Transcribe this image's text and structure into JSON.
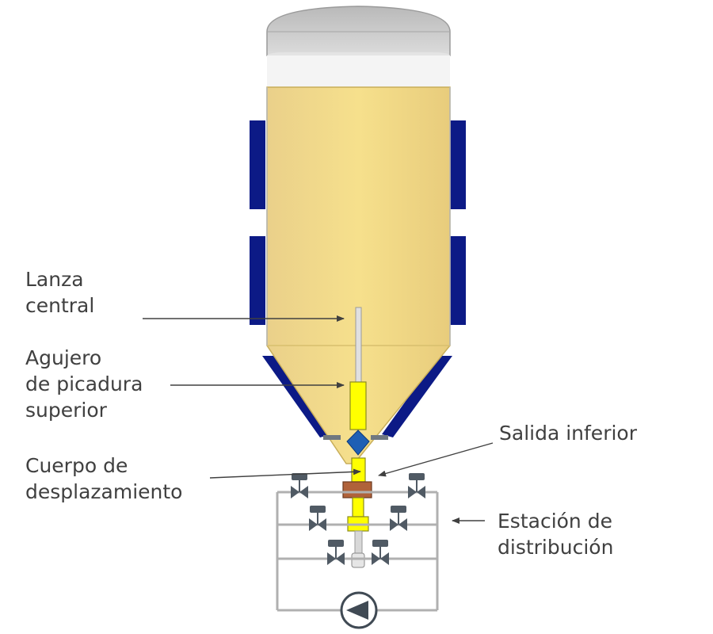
{
  "labels": {
    "lanza": [
      "Lanza",
      "central"
    ],
    "agujero": [
      "Agujero",
      "de picadura",
      "superior"
    ],
    "cuerpo": [
      "Cuerpo de",
      "desplazamiento"
    ],
    "salida": [
      "Salida inferior"
    ],
    "estacion": [
      "Estación de",
      "distribución"
    ]
  },
  "colors": {
    "tank_fill": "#f2da80",
    "tank_outline": "#c8ae5a",
    "jacket": "#0c1a86",
    "lid": "#c8c8c8",
    "headspace": "#f4f4f4",
    "lance": "#ffff00",
    "displacer": "#1e5fb4",
    "outlet": "#b0623a",
    "pipe": "#b0b0b0",
    "valve": "#505a64",
    "arrow": "#404040"
  }
}
